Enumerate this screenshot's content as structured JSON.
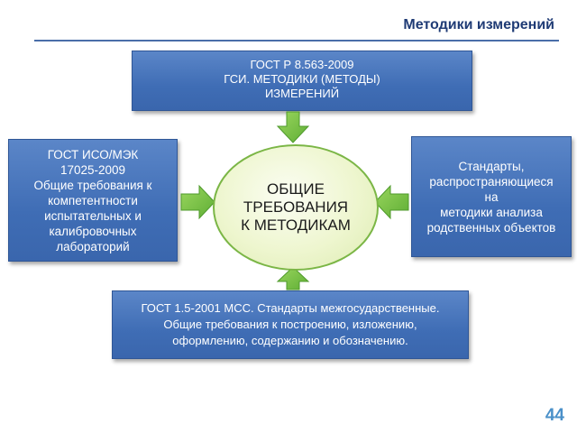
{
  "header": {
    "title": "Методики измерений"
  },
  "diagram": {
    "center": "ОБЩИЕ\nТРЕБОВАНИЯ\nК МЕТОДИКАМ",
    "top_box": "ГОСТ Р 8.563-2009\nГСИ. МЕТОДИКИ (МЕТОДЫ)\nИЗМЕРЕНИЙ",
    "left_box": "ГОСТ  ИСО/МЭК\n17025-2009\nОбщие требования к\nкомпетентности\nиспытательных и\nкалибровочных\nлабораторий",
    "right_box": "Стандарты,\nраспространяющиеся\nна\nметодики анализа\nродственных объектов",
    "bottom_box": "ГОСТ  1.5-2001 МСС. Стандарты межгосударственные.\nОбщие требования к построению, изложению,\nоформлению, содержанию и обозначению.",
    "arrow_color": "#7ac24a",
    "box_color": "#4472c4",
    "ellipse_border_color": "#7bb646"
  },
  "footer": {
    "page_number": "44"
  }
}
